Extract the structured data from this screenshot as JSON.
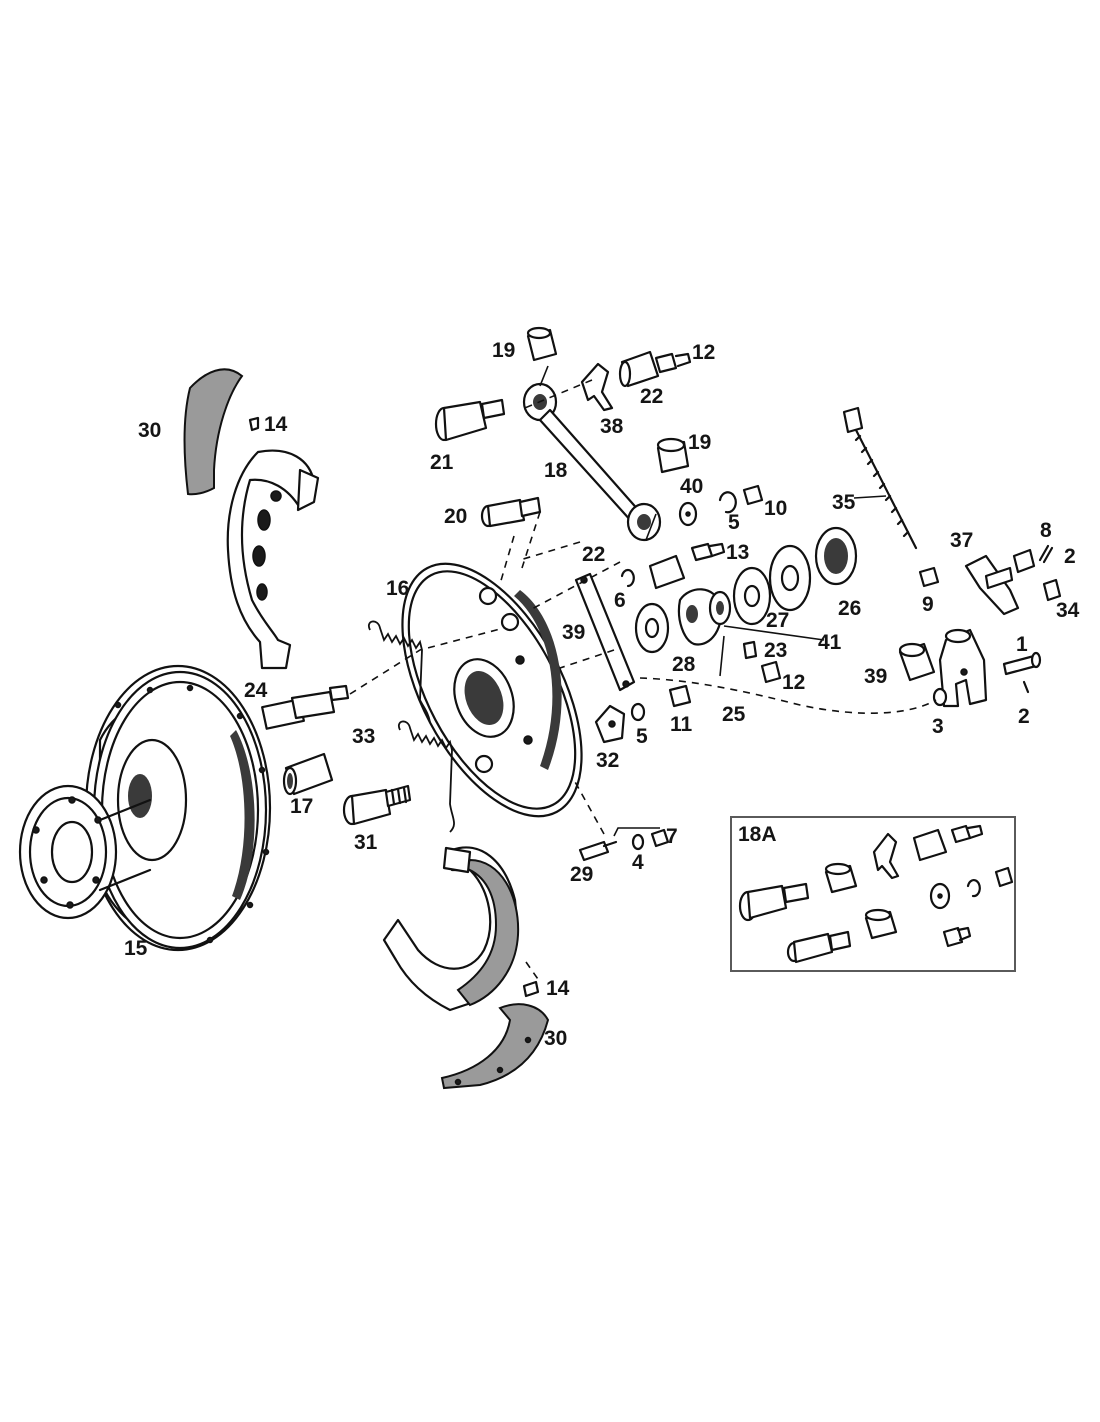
{
  "labels": {
    "l30a": "30",
    "l14a": "14",
    "l21": "21",
    "l19a": "19",
    "l12a": "12",
    "l22a": "22",
    "l38": "38",
    "l18": "18",
    "l19b": "19",
    "l40": "40",
    "l5a": "5",
    "l10": "10",
    "l35": "35",
    "l20": "20",
    "l22b": "22",
    "l13": "13",
    "l37": "37",
    "l8": "8",
    "l2a": "2",
    "l16": "16",
    "l6": "6",
    "l27": "27",
    "l26": "26",
    "l9": "9",
    "l34": "34",
    "l39a": "39",
    "l41": "41",
    "l28": "28",
    "l23": "23",
    "l1": "1",
    "l12b": "12",
    "l39b": "39",
    "l24": "24",
    "l2b": "2",
    "l25": "25",
    "l11": "11",
    "l5b": "5",
    "l3": "3",
    "l33": "33",
    "l32": "32",
    "l17": "17",
    "l7": "7",
    "l31": "31",
    "l4": "4",
    "l29": "29",
    "l15": "15",
    "l14b": "14",
    "l30b": "30",
    "l18a": "18A"
  }
}
